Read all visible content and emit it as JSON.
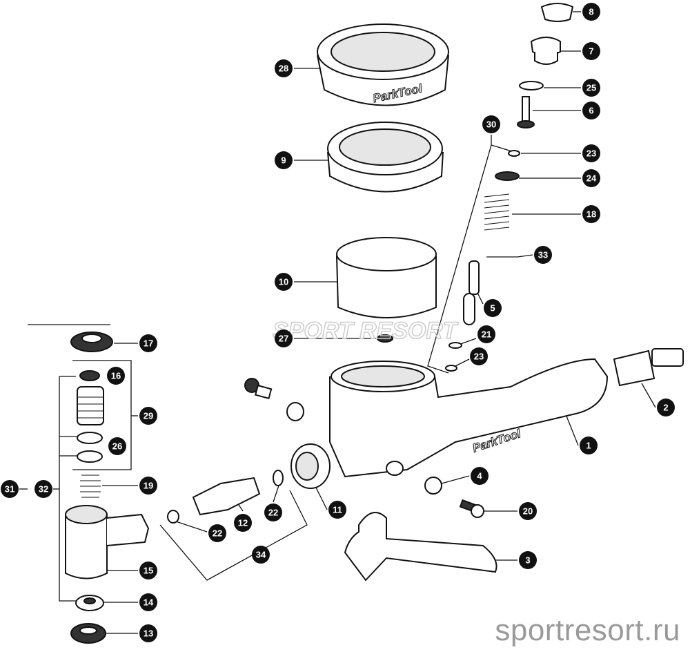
{
  "diagram": {
    "title": "Exploded parts diagram",
    "brand_logo_text": "ParkTool",
    "overlay_watermark_text": "SPORT RESORT",
    "callouts": {
      "c8": "8",
      "c7": "7",
      "c25": "25",
      "c6": "6",
      "c30": "30",
      "c23a": "23",
      "c24": "24",
      "c18": "18",
      "c33": "33",
      "c5": "5",
      "c21": "21",
      "c23b": "23",
      "c28": "28",
      "c9": "9",
      "c10": "10",
      "c27": "27",
      "c17": "17",
      "c16": "16",
      "c29": "29",
      "c26": "26",
      "c31": "31",
      "c32": "32",
      "c19": "19",
      "c12": "12",
      "c22a": "22",
      "c22b": "22",
      "c11": "11",
      "c34": "34",
      "c15": "15",
      "c14": "14",
      "c13": "13",
      "c2": "2",
      "c1": "1",
      "c4": "4",
      "c20": "20",
      "c3": "3"
    }
  },
  "watermark": "sportresort.ru"
}
